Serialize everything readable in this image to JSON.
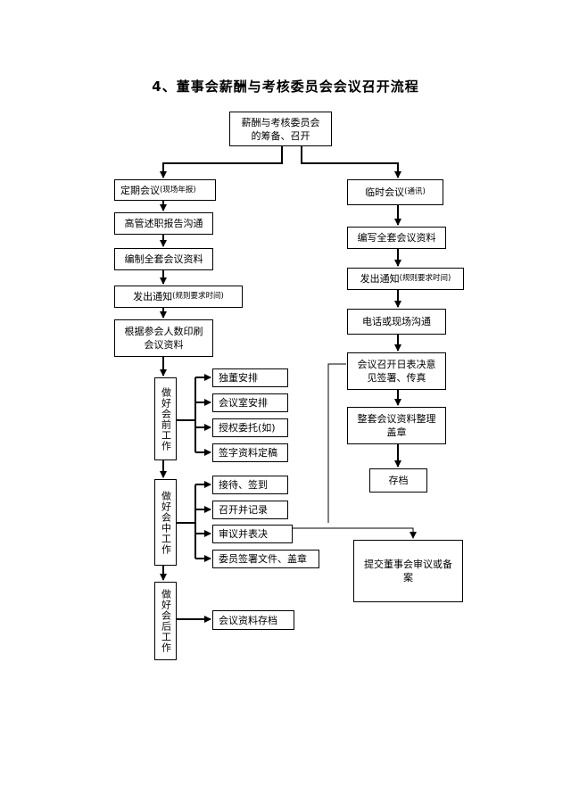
{
  "title": "4、董事会薪酬与考核委员会会议召开流程",
  "top": {
    "line1": "薪酬与考核委员会",
    "line2": "的筹备、召开"
  },
  "left": {
    "regular": {
      "main": "定期会议",
      "note": "(现场年报)"
    },
    "exec_report": "高管述职报告沟通",
    "compile": "编制全套会议资料",
    "notice": {
      "main": "发出通知",
      "note": "(规则要求时间)"
    },
    "print": {
      "line1": "根据参会人数印刷",
      "line2": "会议资料"
    },
    "before": "做好会前工作",
    "before_items": [
      "独董安排",
      "会议室安排",
      "授权委托(如)",
      "签字资料定稿"
    ],
    "during": "做好会中工作",
    "during_items": [
      "接待、签到",
      "召开并记录",
      "审议并表决",
      "委员签署文件、盖章"
    ],
    "after": "做好会后工作",
    "after_items": [
      "会议资料存档"
    ]
  },
  "right": {
    "temp": {
      "main": "临时会议",
      "note": "(通讯)"
    },
    "write": "编写全套会议资料",
    "notice": {
      "main": "发出通知",
      "note": "(规则要求时间)"
    },
    "phone": "电话或现场沟通",
    "decision": {
      "line1": "会议召开日表决意",
      "line2": "见签署、传真"
    },
    "organize": {
      "line1": "整套会议资料整理",
      "line2": "盖章"
    },
    "archive": "存档"
  },
  "submit": {
    "line1": "提交董事会审议或备",
    "line2": "案"
  }
}
